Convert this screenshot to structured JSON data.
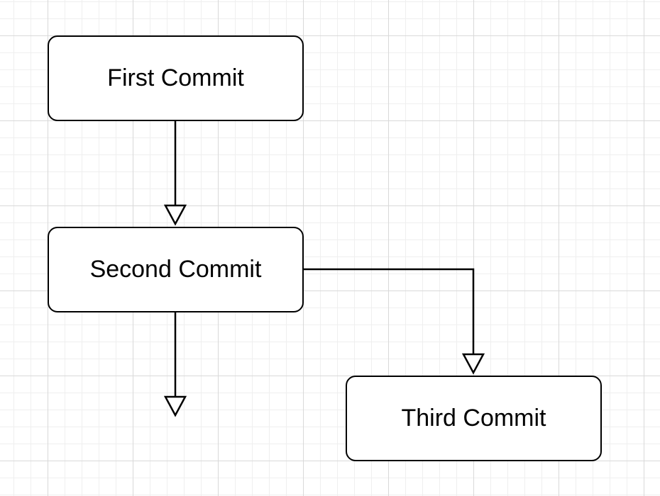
{
  "diagram": {
    "nodes": [
      {
        "id": "first",
        "label": "First Commit"
      },
      {
        "id": "second",
        "label": "Second Commit"
      },
      {
        "id": "third",
        "label": "Third Commit"
      }
    ],
    "edges": [
      {
        "from": "first",
        "to": "second",
        "arrowhead": "open-triangle"
      },
      {
        "from": "second",
        "to": "third",
        "arrowhead": "open-triangle"
      },
      {
        "from": "second",
        "to": null,
        "arrowhead": "open-triangle"
      }
    ]
  },
  "colors": {
    "stroke": "#000000",
    "node_fill": "#ffffff",
    "grid_major": "#d9d9d9",
    "grid_minor": "#efefef"
  }
}
